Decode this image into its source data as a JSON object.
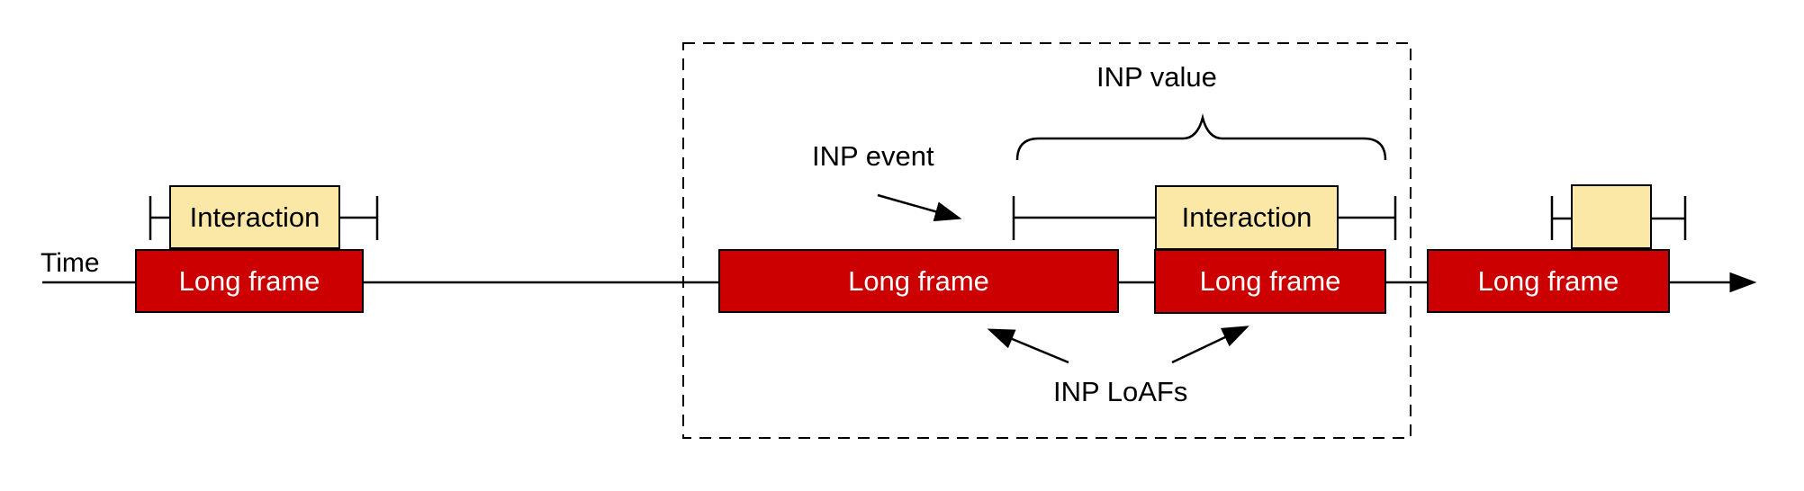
{
  "colors": {
    "long_frame_fill": "#CC0000",
    "long_frame_text": "#FFFFFF",
    "interaction_fill": "#FCE8A6",
    "stroke": "#000000"
  },
  "timeline": {
    "label": "Time"
  },
  "annotations": {
    "inp_value": "INP value",
    "inp_event": "INP event",
    "inp_loafs": "INP LoAFs"
  },
  "groups": [
    {
      "long_frame_label": "Long frame",
      "interaction_label": "Interaction"
    },
    {
      "long_frame_a_label": "Long frame",
      "long_frame_b_label": "Long frame",
      "interaction_label": "Interaction"
    },
    {
      "long_frame_label": "Long frame",
      "interaction_label": ""
    }
  ]
}
